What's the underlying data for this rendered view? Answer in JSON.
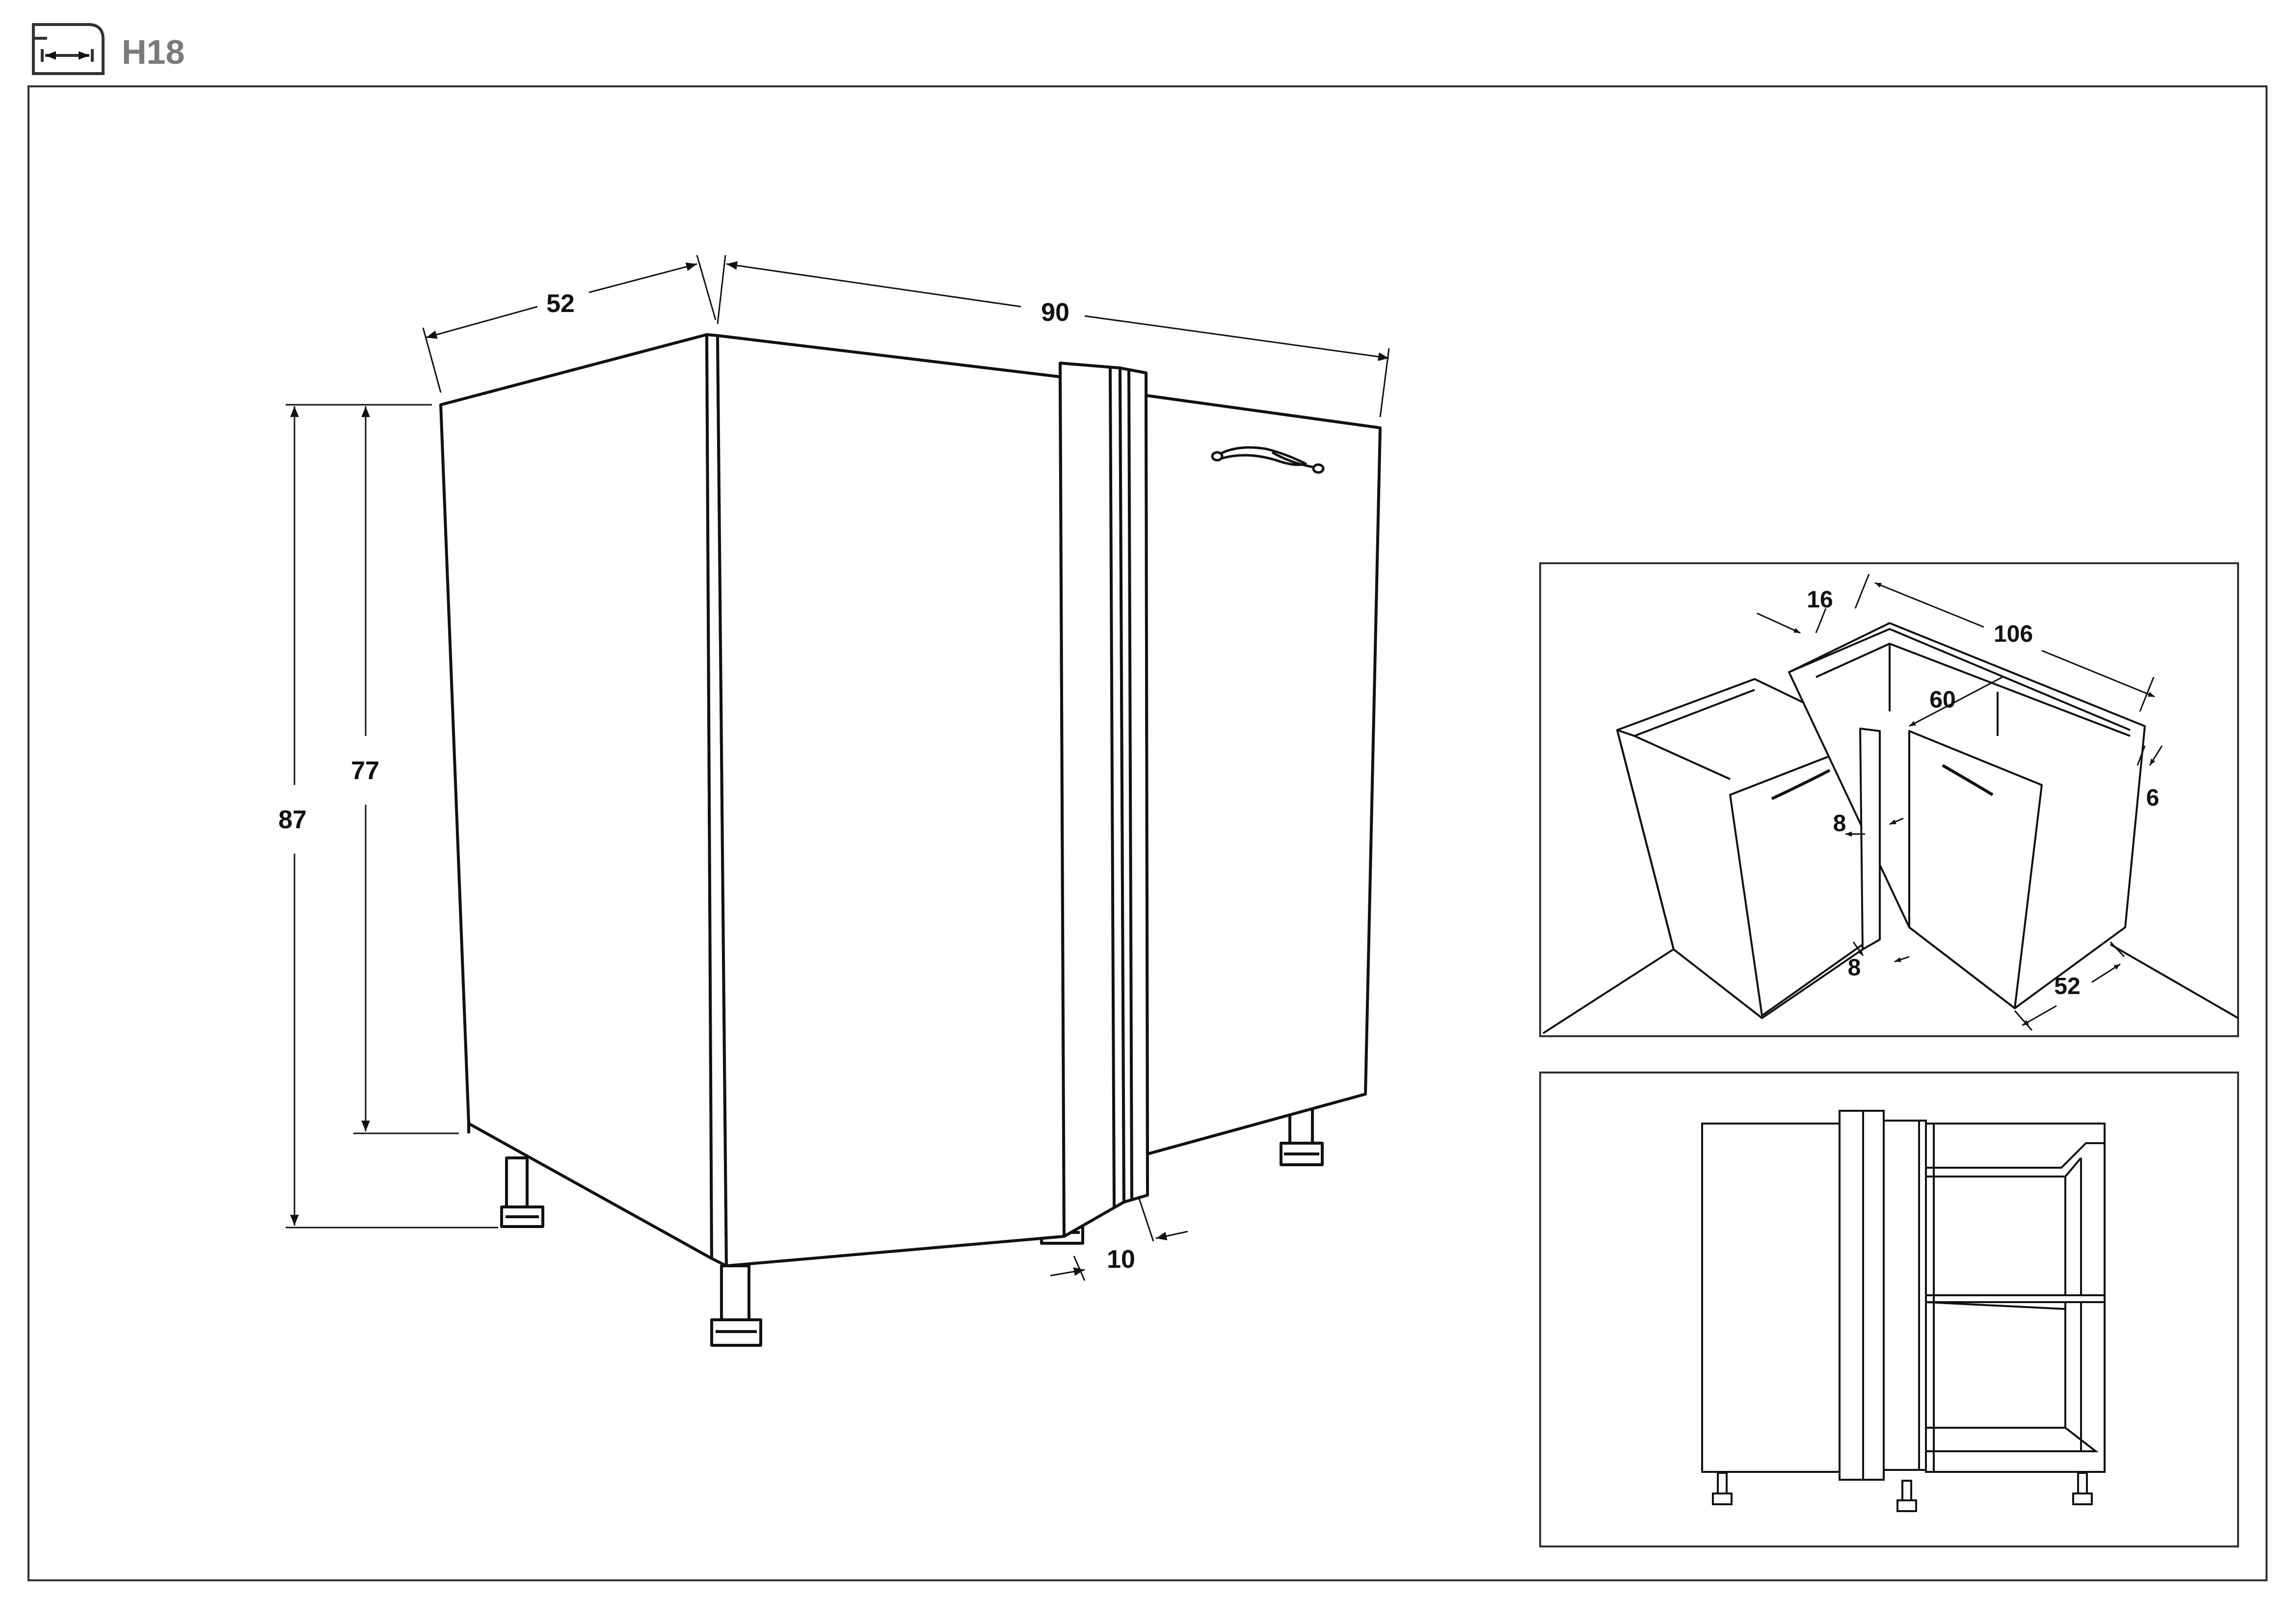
{
  "header": {
    "code": "H18",
    "icon": "width-dimension-icon"
  },
  "main_view": {
    "dims": {
      "depth": "52",
      "width": "90",
      "height_total": "87",
      "height_body": "77",
      "filler": "10"
    }
  },
  "iso_view": {
    "dims": {
      "top_length": "106",
      "thickness": "16",
      "inner": "60",
      "side": "6",
      "gap_upper": "8",
      "gap_lower": "8",
      "depth": "52"
    }
  },
  "colors": {
    "line": "#111111",
    "header_text": "#7a7a7a",
    "background": "#ffffff"
  }
}
